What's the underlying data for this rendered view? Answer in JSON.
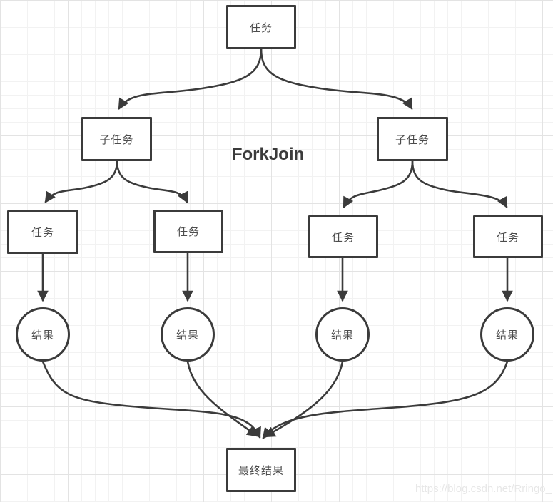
{
  "diagram_title": "ForkJoin",
  "nodes": {
    "root": {
      "label": "任务",
      "shape": "rect"
    },
    "subtask_left": {
      "label": "子任务",
      "shape": "rect"
    },
    "subtask_right": {
      "label": "子任务",
      "shape": "rect"
    },
    "task_1": {
      "label": "任务",
      "shape": "rect"
    },
    "task_2": {
      "label": "任务",
      "shape": "rect"
    },
    "task_3": {
      "label": "任务",
      "shape": "rect"
    },
    "task_4": {
      "label": "任务",
      "shape": "rect"
    },
    "result_1": {
      "label": "结果",
      "shape": "circle"
    },
    "result_2": {
      "label": "结果",
      "shape": "circle"
    },
    "result_3": {
      "label": "结果",
      "shape": "circle"
    },
    "result_4": {
      "label": "结果",
      "shape": "circle"
    },
    "final": {
      "label": "最终结果",
      "shape": "rect"
    }
  },
  "watermark": "https://blog.csdn.net/Rringo_",
  "colors": {
    "edge": "#3b3b3b",
    "node_border": "#3b3b3b",
    "node_fill": "#ffffff",
    "label_text": "#4c4c4c",
    "title_text": "#3b3b3b",
    "grid_minor": "#f2f2f2",
    "grid_major": "#e3e3e3",
    "watermark_text": "#e7e7e7"
  }
}
